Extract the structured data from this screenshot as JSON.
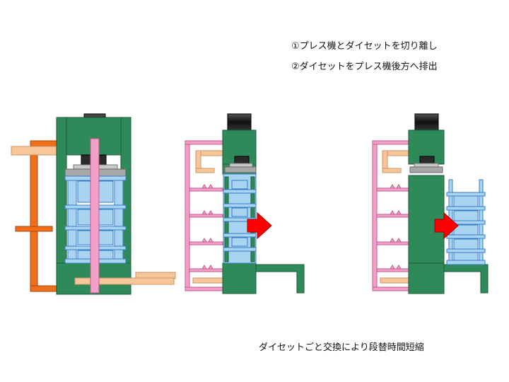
{
  "steps": [
    "①プレス機とダイセットを切り離し",
    "②ダイセットをプレス機後方へ排出"
  ],
  "summary": "ダイセットごと交換により段替時間短縮",
  "colors": {
    "frame_green": "#2f8a5a",
    "frame_outline": "#1c5a38",
    "die_blue": "#a8d4f2",
    "die_outline": "#3a7cc4",
    "rail_pink": "#f2a0c8",
    "rail_outline": "#c25a90",
    "conveyor_orange": "#ee6e1c",
    "slide_tan": "#f7c79a",
    "ram_gray": "#a8a8a8",
    "cylinder_black": "#2a2a2a",
    "arrow_red": "#ff0000"
  },
  "icons": [
    "right-arrow-icon"
  ]
}
